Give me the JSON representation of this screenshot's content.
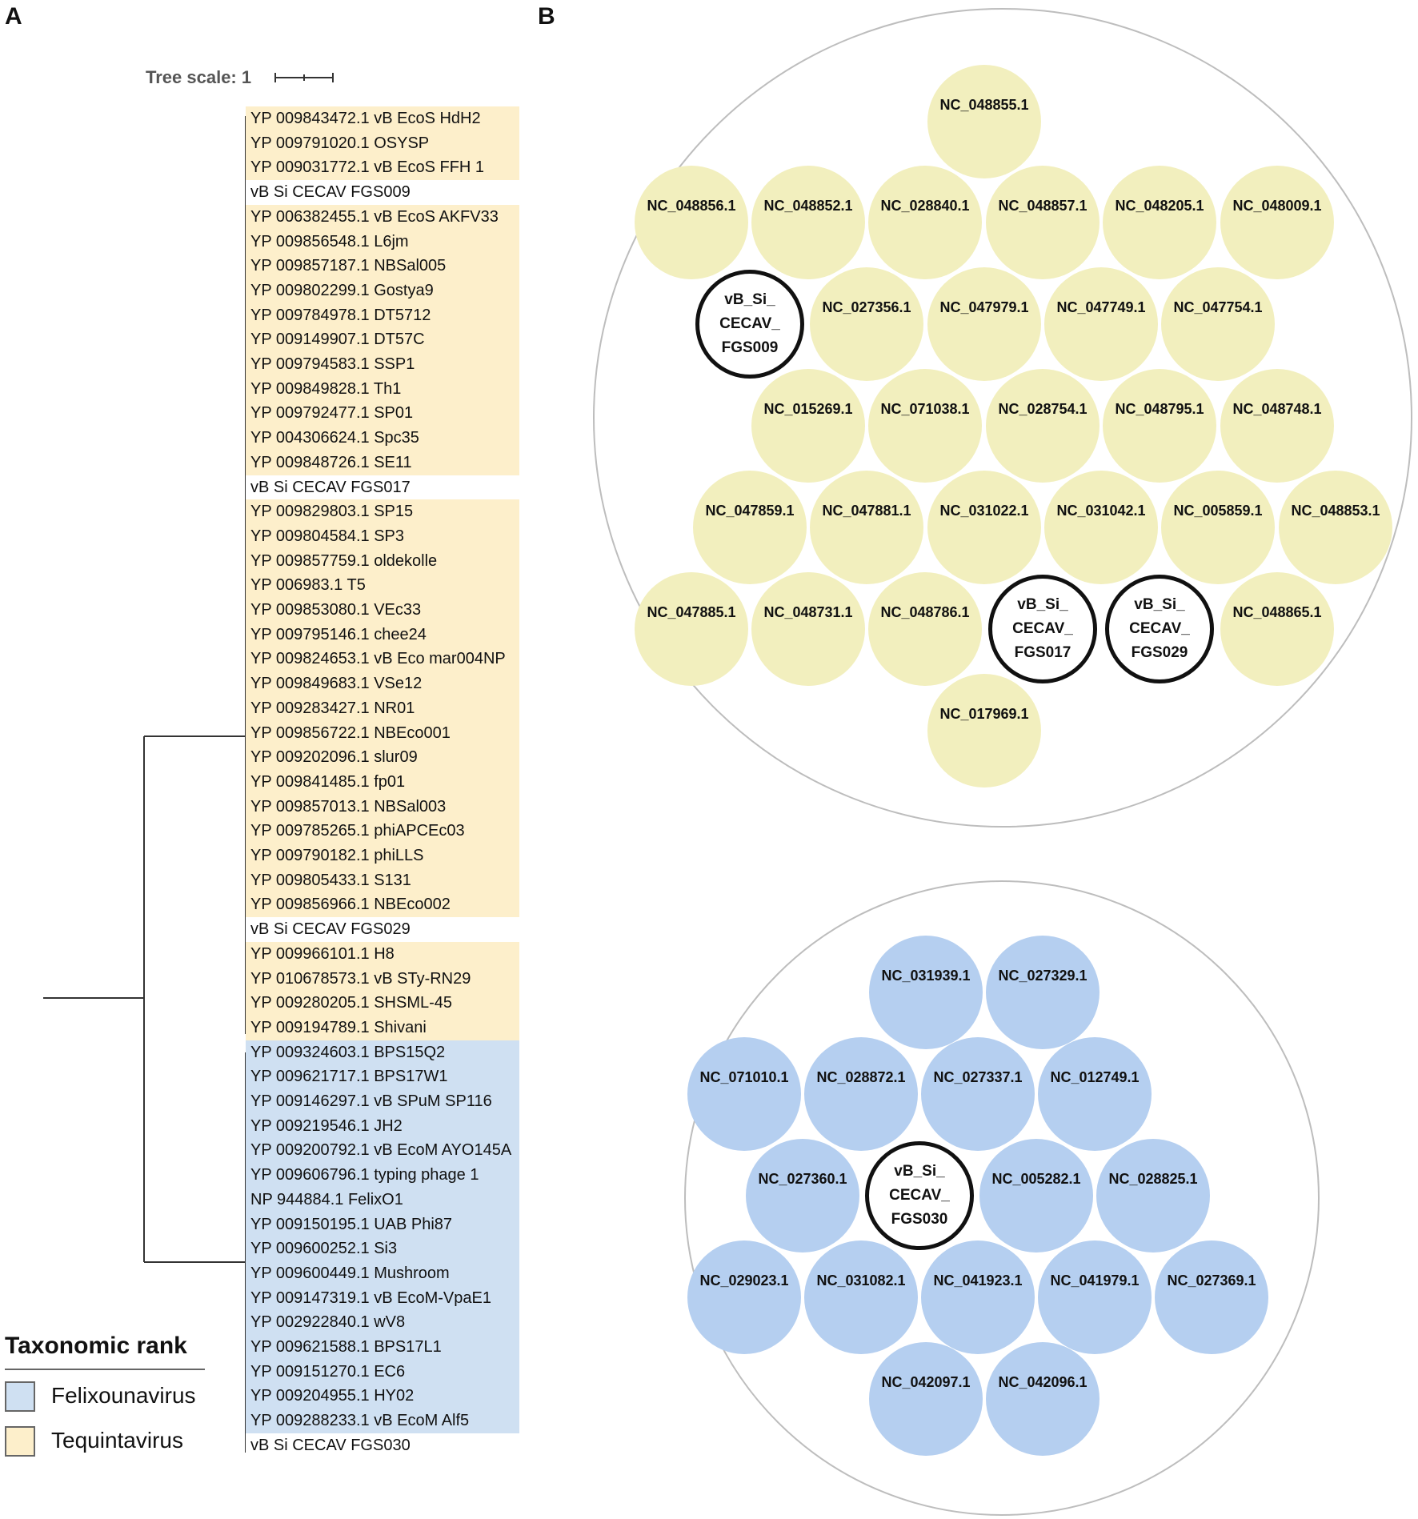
{
  "panels": {
    "a": "A",
    "b": "B"
  },
  "tree": {
    "scale_label": "Tree scale: 1",
    "leaves": [
      {
        "label": "YP 009843472.1 vB EcoS HdH2",
        "group": "teq"
      },
      {
        "label": "YP 009791020.1 OSYSP",
        "group": "teq"
      },
      {
        "label": "YP 009031772.1 vB EcoS FFH 1",
        "group": "teq"
      },
      {
        "label": "vB Si CECAV FGS009",
        "group": "query"
      },
      {
        "label": "YP 006382455.1 vB EcoS AKFV33",
        "group": "teq"
      },
      {
        "label": "YP 009856548.1 L6jm",
        "group": "teq"
      },
      {
        "label": "YP 009857187.1 NBSal005",
        "group": "teq"
      },
      {
        "label": "YP 009802299.1 Gostya9",
        "group": "teq"
      },
      {
        "label": "YP 009784978.1 DT5712",
        "group": "teq"
      },
      {
        "label": "YP 009149907.1 DT57C",
        "group": "teq"
      },
      {
        "label": "YP 009794583.1 SSP1",
        "group": "teq"
      },
      {
        "label": "YP 009849828.1 Th1",
        "group": "teq"
      },
      {
        "label": "YP 009792477.1 SP01",
        "group": "teq"
      },
      {
        "label": "YP 004306624.1 Spc35",
        "group": "teq"
      },
      {
        "label": "YP 009848726.1 SE11",
        "group": "teq"
      },
      {
        "label": "vB Si CECAV FGS017",
        "group": "query"
      },
      {
        "label": "YP 009829803.1 SP15",
        "group": "teq"
      },
      {
        "label": "YP 009804584.1 SP3",
        "group": "teq"
      },
      {
        "label": "YP 009857759.1 oldekolle",
        "group": "teq"
      },
      {
        "label": "YP 006983.1 T5",
        "group": "teq"
      },
      {
        "label": "YP 009853080.1 VEc33",
        "group": "teq"
      },
      {
        "label": "YP 009795146.1 chee24",
        "group": "teq"
      },
      {
        "label": "YP 009824653.1 vB Eco mar004NP",
        "group": "teq"
      },
      {
        "label": "YP 009849683.1 VSe12",
        "group": "teq"
      },
      {
        "label": "YP 009283427.1 NR01",
        "group": "teq"
      },
      {
        "label": "YP 009856722.1 NBEco001",
        "group": "teq"
      },
      {
        "label": "YP 009202096.1 slur09",
        "group": "teq"
      },
      {
        "label": "YP 009841485.1 fp01",
        "group": "teq"
      },
      {
        "label": "YP 009857013.1 NBSal003",
        "group": "teq"
      },
      {
        "label": "YP 009785265.1 phiAPCEc03",
        "group": "teq"
      },
      {
        "label": "YP 009790182.1 phiLLS",
        "group": "teq"
      },
      {
        "label": "YP 009805433.1 S131",
        "group": "teq"
      },
      {
        "label": "YP 009856966.1 NBEco002",
        "group": "teq"
      },
      {
        "label": "vB Si CECAV FGS029",
        "group": "query"
      },
      {
        "label": "YP 009966101.1 H8",
        "group": "teq"
      },
      {
        "label": "YP 010678573.1 vB STy-RN29",
        "group": "teq"
      },
      {
        "label": "YP 009280205.1 SHSML-45",
        "group": "teq"
      },
      {
        "label": "YP 009194789.1 Shivani",
        "group": "teq"
      },
      {
        "label": "YP 009324603.1 BPS15Q2",
        "group": "fel"
      },
      {
        "label": "YP 009621717.1 BPS17W1",
        "group": "fel"
      },
      {
        "label": "YP 009146297.1 vB SPuM SP116",
        "group": "fel"
      },
      {
        "label": "YP 009219546.1 JH2",
        "group": "fel"
      },
      {
        "label": "YP 009200792.1 vB EcoM AYO145A",
        "group": "fel"
      },
      {
        "label": "YP 009606796.1 typing phage 1",
        "group": "fel"
      },
      {
        "label": "NP 944884.1 FelixO1",
        "group": "fel"
      },
      {
        "label": "YP 009150195.1 UAB Phi87",
        "group": "fel"
      },
      {
        "label": "YP 009600252.1 Si3",
        "group": "fel"
      },
      {
        "label": "YP 009600449.1 Mushroom",
        "group": "fel"
      },
      {
        "label": "YP 009147319.1 vB EcoM-VpaE1",
        "group": "fel"
      },
      {
        "label": "YP 002922840.1 wV8",
        "group": "fel"
      },
      {
        "label": "YP 009621588.1 BPS17L1",
        "group": "fel"
      },
      {
        "label": "YP 009151270.1 EC6",
        "group": "fel"
      },
      {
        "label": "YP 009204955.1 HY02",
        "group": "fel"
      },
      {
        "label": "YP 009288233.1 vB EcoM Alf5",
        "group": "fel"
      },
      {
        "label": "vB Si CECAV FGS030",
        "group": "query"
      }
    ]
  },
  "legend": {
    "title": "Taxonomic rank",
    "items": [
      {
        "label": "Felixounavirus",
        "color": "#cfe0f2"
      },
      {
        "label": "Tequintavirus",
        "color": "#fdefcb"
      }
    ]
  },
  "colors": {
    "tequintavirus_bg": "#fdefcb",
    "felixounavirus_bg": "#cfe0f2",
    "cluster_yellow": "#f2efbe",
    "cluster_blue": "#b5cff0"
  },
  "cluster_yellow": {
    "nodes": [
      "NC_048855.1",
      "NC_048856.1",
      "NC_048852.1",
      "NC_028840.1",
      "NC_048857.1",
      "NC_048205.1",
      "NC_048009.1",
      "vB_Si_\nCECAV_\nFGS009",
      "NC_027356.1",
      "NC_047979.1",
      "NC_047749.1",
      "NC_047754.1",
      "NC_015269.1",
      "NC_071038.1",
      "NC_028754.1",
      "NC_048795.1",
      "NC_048748.1",
      "NC_047859.1",
      "NC_047881.1",
      "NC_031022.1",
      "NC_031042.1",
      "NC_005859.1",
      "NC_048853.1",
      "NC_047885.1",
      "NC_048731.1",
      "NC_048786.1",
      "vB_Si_\nCECAV_\nFGS017",
      "vB_Si_\nCECAV_\nFGS029",
      "NC_048865.1",
      "NC_017969.1"
    ]
  },
  "cluster_blue": {
    "nodes": [
      "NC_031939.1",
      "NC_027329.1",
      "NC_071010.1",
      "NC_028872.1",
      "NC_027337.1",
      "NC_012749.1",
      "NC_027360.1",
      "vB_Si_\nCECAV_\nFGS030",
      "NC_005282.1",
      "NC_028825.1",
      "NC_029023.1",
      "NC_031082.1",
      "NC_041923.1",
      "NC_041979.1",
      "NC_027369.1",
      "NC_042097.1",
      "NC_042096.1"
    ]
  }
}
